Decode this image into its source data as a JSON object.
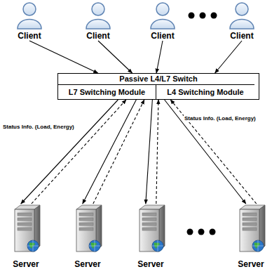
{
  "diagram": {
    "nodes": [
      {
        "text": [
          "Client"
        ]
      },
      {
        "text": [
          "Client"
        ]
      },
      {
        "text": [
          "Client"
        ]
      },
      {
        "text": [
          "Client"
        ]
      },
      {
        "text": [
          "Passive L4/L7 Switch"
        ]
      },
      {
        "text": [
          "L7 Switching Module"
        ],
        "in": 4
      },
      {
        "text": [
          "L4 Switching Module"
        ],
        "in": 4
      },
      {
        "text": [
          "Server"
        ]
      },
      {
        "text": [
          "Server"
        ]
      },
      {
        "text": [
          "Server"
        ]
      },
      {
        "text": [
          "Server"
        ]
      }
    ],
    "edges": [
      {
        "from": 0,
        "to": 4,
        "arrow": "to"
      },
      {
        "from": 1,
        "to": 4,
        "arrow": "to"
      },
      {
        "from": 2,
        "to": 4,
        "arrow": "to"
      },
      {
        "from": 3,
        "to": 4,
        "arrow": "to"
      },
      {
        "from": 4,
        "to": 7,
        "arrow": "to"
      },
      {
        "from": 7,
        "to": 4,
        "label": "Status Info. (Load, Energy)",
        "arrow": "to"
      },
      {
        "from": 4,
        "to": 8,
        "arrow": "to"
      },
      {
        "from": 8,
        "to": 4,
        "arrow": "to"
      },
      {
        "from": 4,
        "to": 9,
        "arrow": "to"
      },
      {
        "from": 9,
        "to": 4,
        "arrow": "to"
      },
      {
        "from": 4,
        "to": 10,
        "arrow": "to"
      },
      {
        "from": 10,
        "to": 4,
        "label": "Status Info. (Load, Energy)",
        "arrow": "to"
      }
    ]
  }
}
